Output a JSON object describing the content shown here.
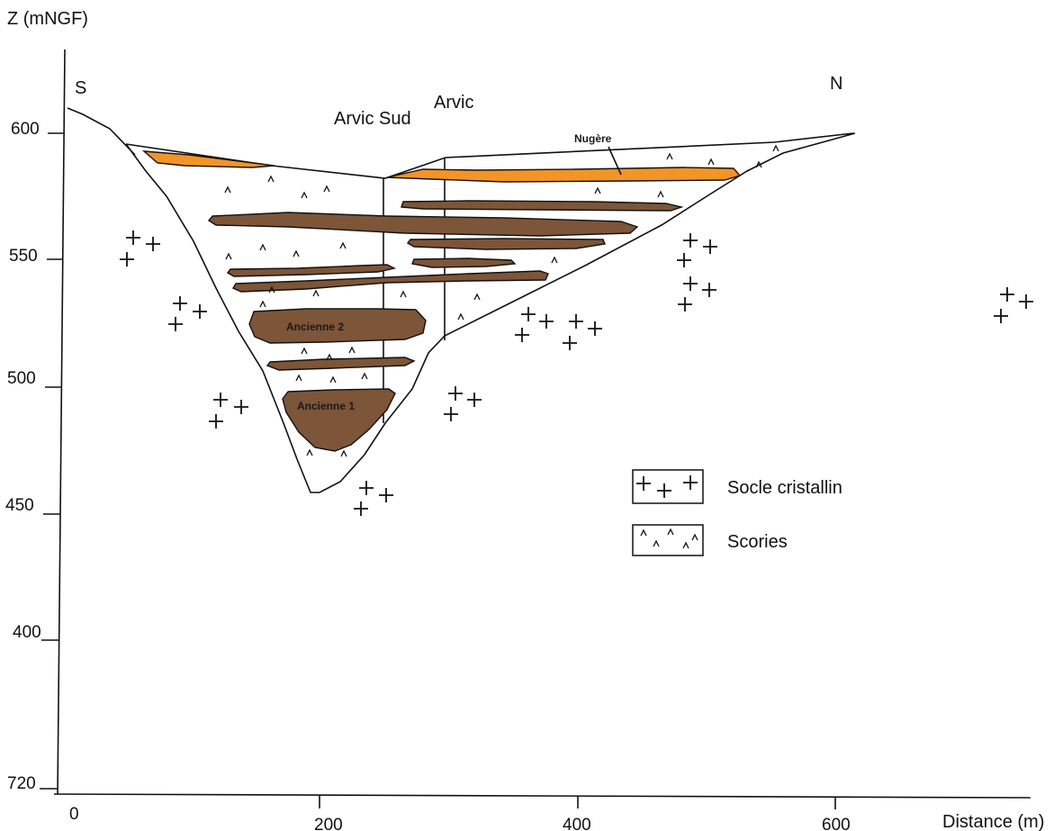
{
  "axes": {
    "y_title": "Z (mNGF)",
    "x_title": "Distance (m)",
    "y_ticks": [
      "600",
      "550",
      "500",
      "450",
      "400",
      "720"
    ],
    "x_ticks": [
      "0",
      "200",
      "400",
      "600"
    ]
  },
  "section": {
    "left_label": "S",
    "right_label": "N",
    "lava_labels": {
      "arvic_sud": "Arvic Sud",
      "arvic": "Arvic",
      "nugere": "Nugère",
      "ancienne2": "Ancienne 2",
      "ancienne1": "Ancienne 1"
    }
  },
  "legend": {
    "items": [
      {
        "label": "Socle cristallin",
        "symbol": "plus-icon"
      },
      {
        "label": "Scories",
        "symbol": "caret-icon"
      }
    ]
  },
  "colors": {
    "basalt": "#7d5538",
    "nugere_lava": "#f39426",
    "line": "#111111"
  }
}
